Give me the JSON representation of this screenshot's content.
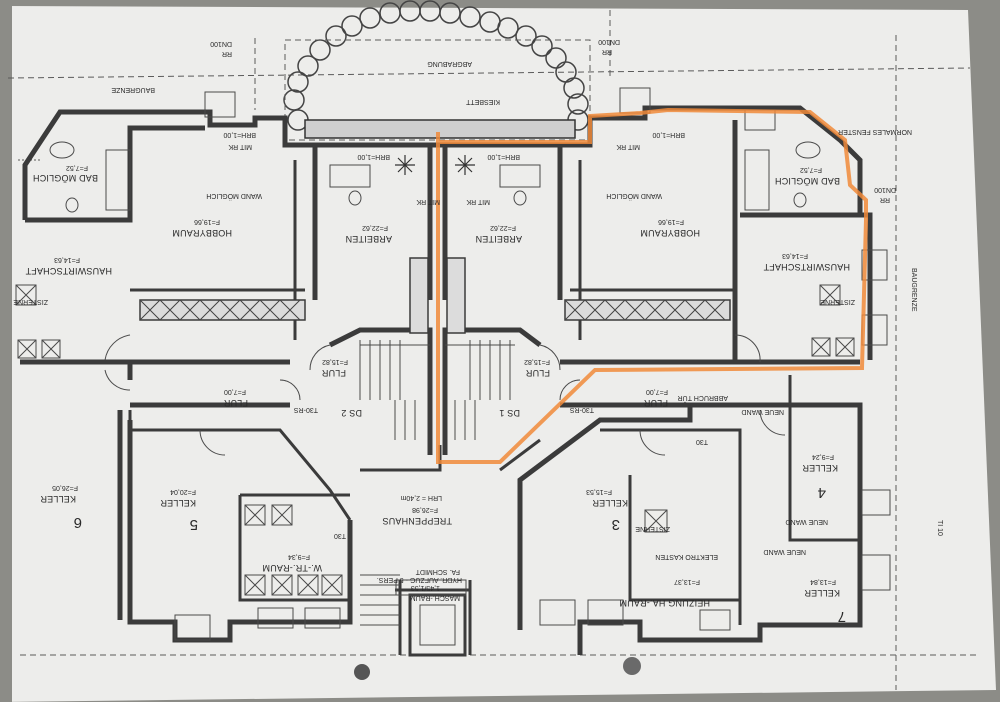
{
  "plan": {
    "top_labels": {
      "dn_left": "DN100",
      "rr_left": "RR",
      "dn_right": "DN100",
      "rr_right": "RR",
      "abgrabung": "ABGRABUNG",
      "kiesbett": "KIESBETT",
      "baugrenze_top": "BAUGRENZE",
      "baugrenze_right": "BAUGRENZE",
      "normales_fenster": "NORMALES FENSTER",
      "dn_far_right": "DN100",
      "rr_far_right": "RR",
      "ti": "TI 10"
    },
    "rooms": [
      {
        "key": "bad_l",
        "name": "BAD MÖGLICH",
        "area": "F=7,52"
      },
      {
        "key": "hobby_l",
        "name": "HOBBYRAUM",
        "area": "F=19,66",
        "note": "WAND MÖGLICH"
      },
      {
        "key": "arbeiten_l",
        "name": "ARBEITEN",
        "area": "F=22,62"
      },
      {
        "key": "arbeiten_r",
        "name": "ARBEITEN",
        "area": "F=22,62"
      },
      {
        "key": "hobby_r",
        "name": "HOBBYRAUM",
        "area": "F=19,66",
        "note": "WAND MÖGLICH"
      },
      {
        "key": "bad_r",
        "name": "BAD MÖGLICH",
        "area": "F=7,52"
      },
      {
        "key": "hws_l",
        "name": "HAUSWIRTSCHAFT",
        "area": "F=14,63"
      },
      {
        "key": "hws_r",
        "name": "HAUSWIRTSCHAFT",
        "area": "F=14,63"
      },
      {
        "key": "flur_l1",
        "name": "FLUR",
        "area": "F=15,82"
      },
      {
        "key": "flur_r1",
        "name": "FLUR",
        "area": "F=15,82"
      },
      {
        "key": "flur_l2",
        "name": "FLUR",
        "area": "F=7,00"
      },
      {
        "key": "flur_r2",
        "name": "FLUR",
        "area": "F=7,00"
      },
      {
        "key": "keller6",
        "name": "KELLER",
        "area": "F=26,05",
        "num": "6"
      },
      {
        "key": "keller5",
        "name": "KELLER",
        "area": "F=20,04",
        "num": "5"
      },
      {
        "key": "keller3",
        "name": "KELLER",
        "area": "F=15,53",
        "num": "3"
      },
      {
        "key": "keller4",
        "name": "KELLER",
        "area": "F=9,24",
        "num": "4"
      },
      {
        "key": "keller7",
        "name": "KELLER",
        "area": "F=13,84",
        "num": "7"
      },
      {
        "key": "wtr",
        "name": "W.-TR.-RAUM",
        "area": "F=9,34"
      },
      {
        "key": "treppe",
        "name": "TREPPENHAUS",
        "area": "F=26,98",
        "extra": "LRH = 2,40m"
      },
      {
        "key": "heizung",
        "name": "HEIZUNG HA.-RAUM",
        "area": "F=13,37"
      }
    ],
    "misc": {
      "mitrk": "MIT RK",
      "brh": "BRH=1,00",
      "zisterne": "ZISTERNE",
      "t30rs": "T30-RS",
      "t30": "T30",
      "ds1": "DS 1",
      "ds2": "DS 2",
      "aufzug_1": "FA. SCHMIDT",
      "aufzug_2": "HYDR. AUFZUG - 5 PERS.",
      "aufzug_3": "1,45/1,53",
      "maschraum": "MASCH.-RAUM",
      "elektro": "ELEKTRO KASTEN",
      "neue_wand": "NEUE WAND",
      "abbruch_tuer": "ABBRUCH TÜR"
    }
  }
}
